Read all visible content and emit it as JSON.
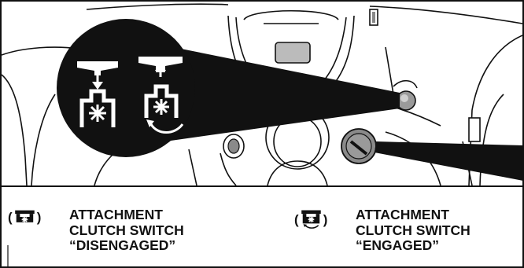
{
  "legend": {
    "disengaged": {
      "lines": [
        "ATTACHMENT",
        "CLUTCH SWITCH",
        "“DISENGAGED”"
      ],
      "icon": "clutch-switch-disengaged-icon"
    },
    "engaged": {
      "lines": [
        "ATTACHMENT",
        "CLUTCH SWITCH",
        "“ENGAGED”"
      ],
      "icon": "clutch-switch-engaged-icon"
    }
  },
  "callout": {
    "disengaged_symbol": "push-down-arrow-over-attachment-icon",
    "engaged_symbol": "pull-up-arrow-over-rotating-attachment-icon"
  },
  "colors": {
    "ink": "#111111",
    "paper": "#ffffff",
    "knob": "#8a8a8a"
  }
}
